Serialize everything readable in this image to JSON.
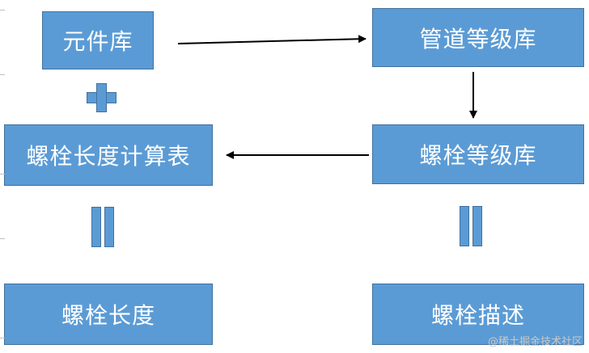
{
  "nodes": {
    "yuanjianku": "元件库",
    "guandao_dengjiku": "管道等级库",
    "luoshuan_changdu_jisuanbiao": "螺栓长度计算表",
    "luoshuan_dengjiku": "螺栓等级库",
    "luoshuan_changdu": "螺栓长度",
    "luoshuan_miaoshu": "螺栓描述"
  },
  "colors": {
    "box_fill": "#5b9bd5",
    "box_border": "#41719c",
    "text": "#ffffff",
    "arrow": "#000000"
  },
  "watermark": "@稀土掘金技术社区"
}
